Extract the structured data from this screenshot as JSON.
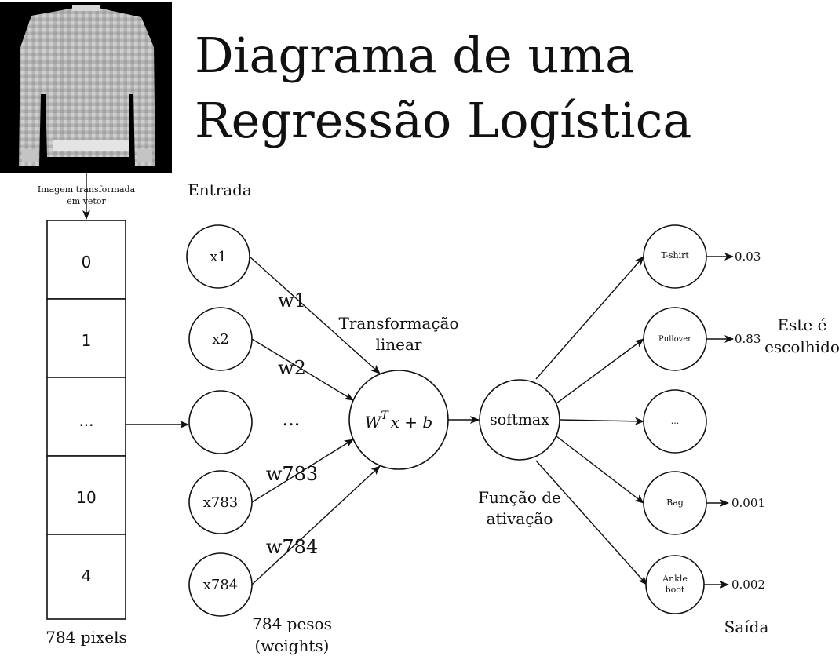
{
  "title": {
    "line1": "Diagrama de uma",
    "line2": "Regressão Logística"
  },
  "image_caption": {
    "line1": "Imagem transformada",
    "line2": "em vetor"
  },
  "vector": {
    "cells": [
      "0",
      "1",
      "...",
      "10",
      "4"
    ],
    "caption": "784 pixels"
  },
  "input": {
    "header": "Entrada",
    "nodes": [
      "x1",
      "x2",
      "",
      "x783",
      "x784"
    ],
    "ellipsis": "..."
  },
  "weights": {
    "labels": [
      "w1",
      "w2",
      "w783",
      "w784"
    ],
    "caption_line1": "784 pesos",
    "caption_line2": "(weights)"
  },
  "linear": {
    "label_line1": "Transformação",
    "label_line2": "linear",
    "formula_base": "W",
    "formula_sup": "T",
    "formula_rest": "x + b"
  },
  "activation": {
    "node": "softmax",
    "label_line1": "Função de",
    "label_line2": "ativação"
  },
  "output": {
    "header": "Saída",
    "classes": [
      {
        "label": "T-shirt",
        "prob": "0.03"
      },
      {
        "label": "Pullover",
        "prob": "0.83"
      },
      {
        "label": "...",
        "prob": ""
      },
      {
        "label": "Bag",
        "prob": "0.001"
      },
      {
        "label_line1": "Ankle",
        "label_line2": "boot",
        "prob": "0.002"
      }
    ],
    "chosen_line1": "Este é",
    "chosen_line2": "escolhido"
  },
  "icons": {
    "thumbnail": "pullover-image-icon"
  }
}
